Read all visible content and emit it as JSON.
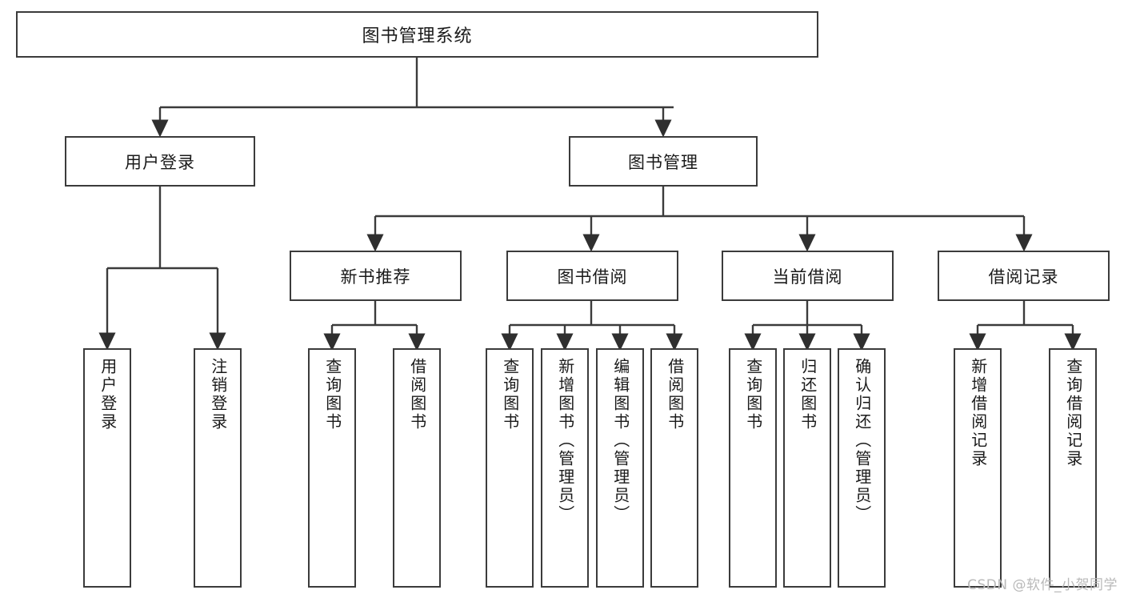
{
  "diagram": {
    "type": "tree-hierarchy-chart",
    "title": "图书管理系统",
    "watermark": "CSDN @软件_小贺同学",
    "colors": {
      "stroke": "#3b3b3b",
      "fill": "#ffffff",
      "text": "#1a1a1a",
      "watermark": "#b9b9b9"
    },
    "nodes": {
      "root": {
        "label": "图书管理系统"
      },
      "level1": [
        {
          "label": "用户登录"
        },
        {
          "label": "图书管理"
        }
      ],
      "level2": [
        {
          "label": "新书推荐"
        },
        {
          "label": "图书借阅"
        },
        {
          "label": "当前借阅"
        },
        {
          "label": "借阅记录"
        }
      ],
      "leaves_user_login": [
        {
          "label": "用户登录"
        },
        {
          "label": "注销登录"
        }
      ],
      "leaves_new_book": [
        {
          "label": "查询图书"
        },
        {
          "label": "借阅图书"
        }
      ],
      "leaves_borrow": [
        {
          "label": "查询图书"
        },
        {
          "label": "新增图书（管理员）"
        },
        {
          "label": "编辑图书（管理员）"
        },
        {
          "label": "借阅图书"
        }
      ],
      "leaves_current": [
        {
          "label": "查询图书"
        },
        {
          "label": "归还图书"
        },
        {
          "label": "确认归还（管理员）"
        }
      ],
      "leaves_records": [
        {
          "label": "新增借阅记录"
        },
        {
          "label": "查询借阅记录"
        }
      ]
    }
  }
}
